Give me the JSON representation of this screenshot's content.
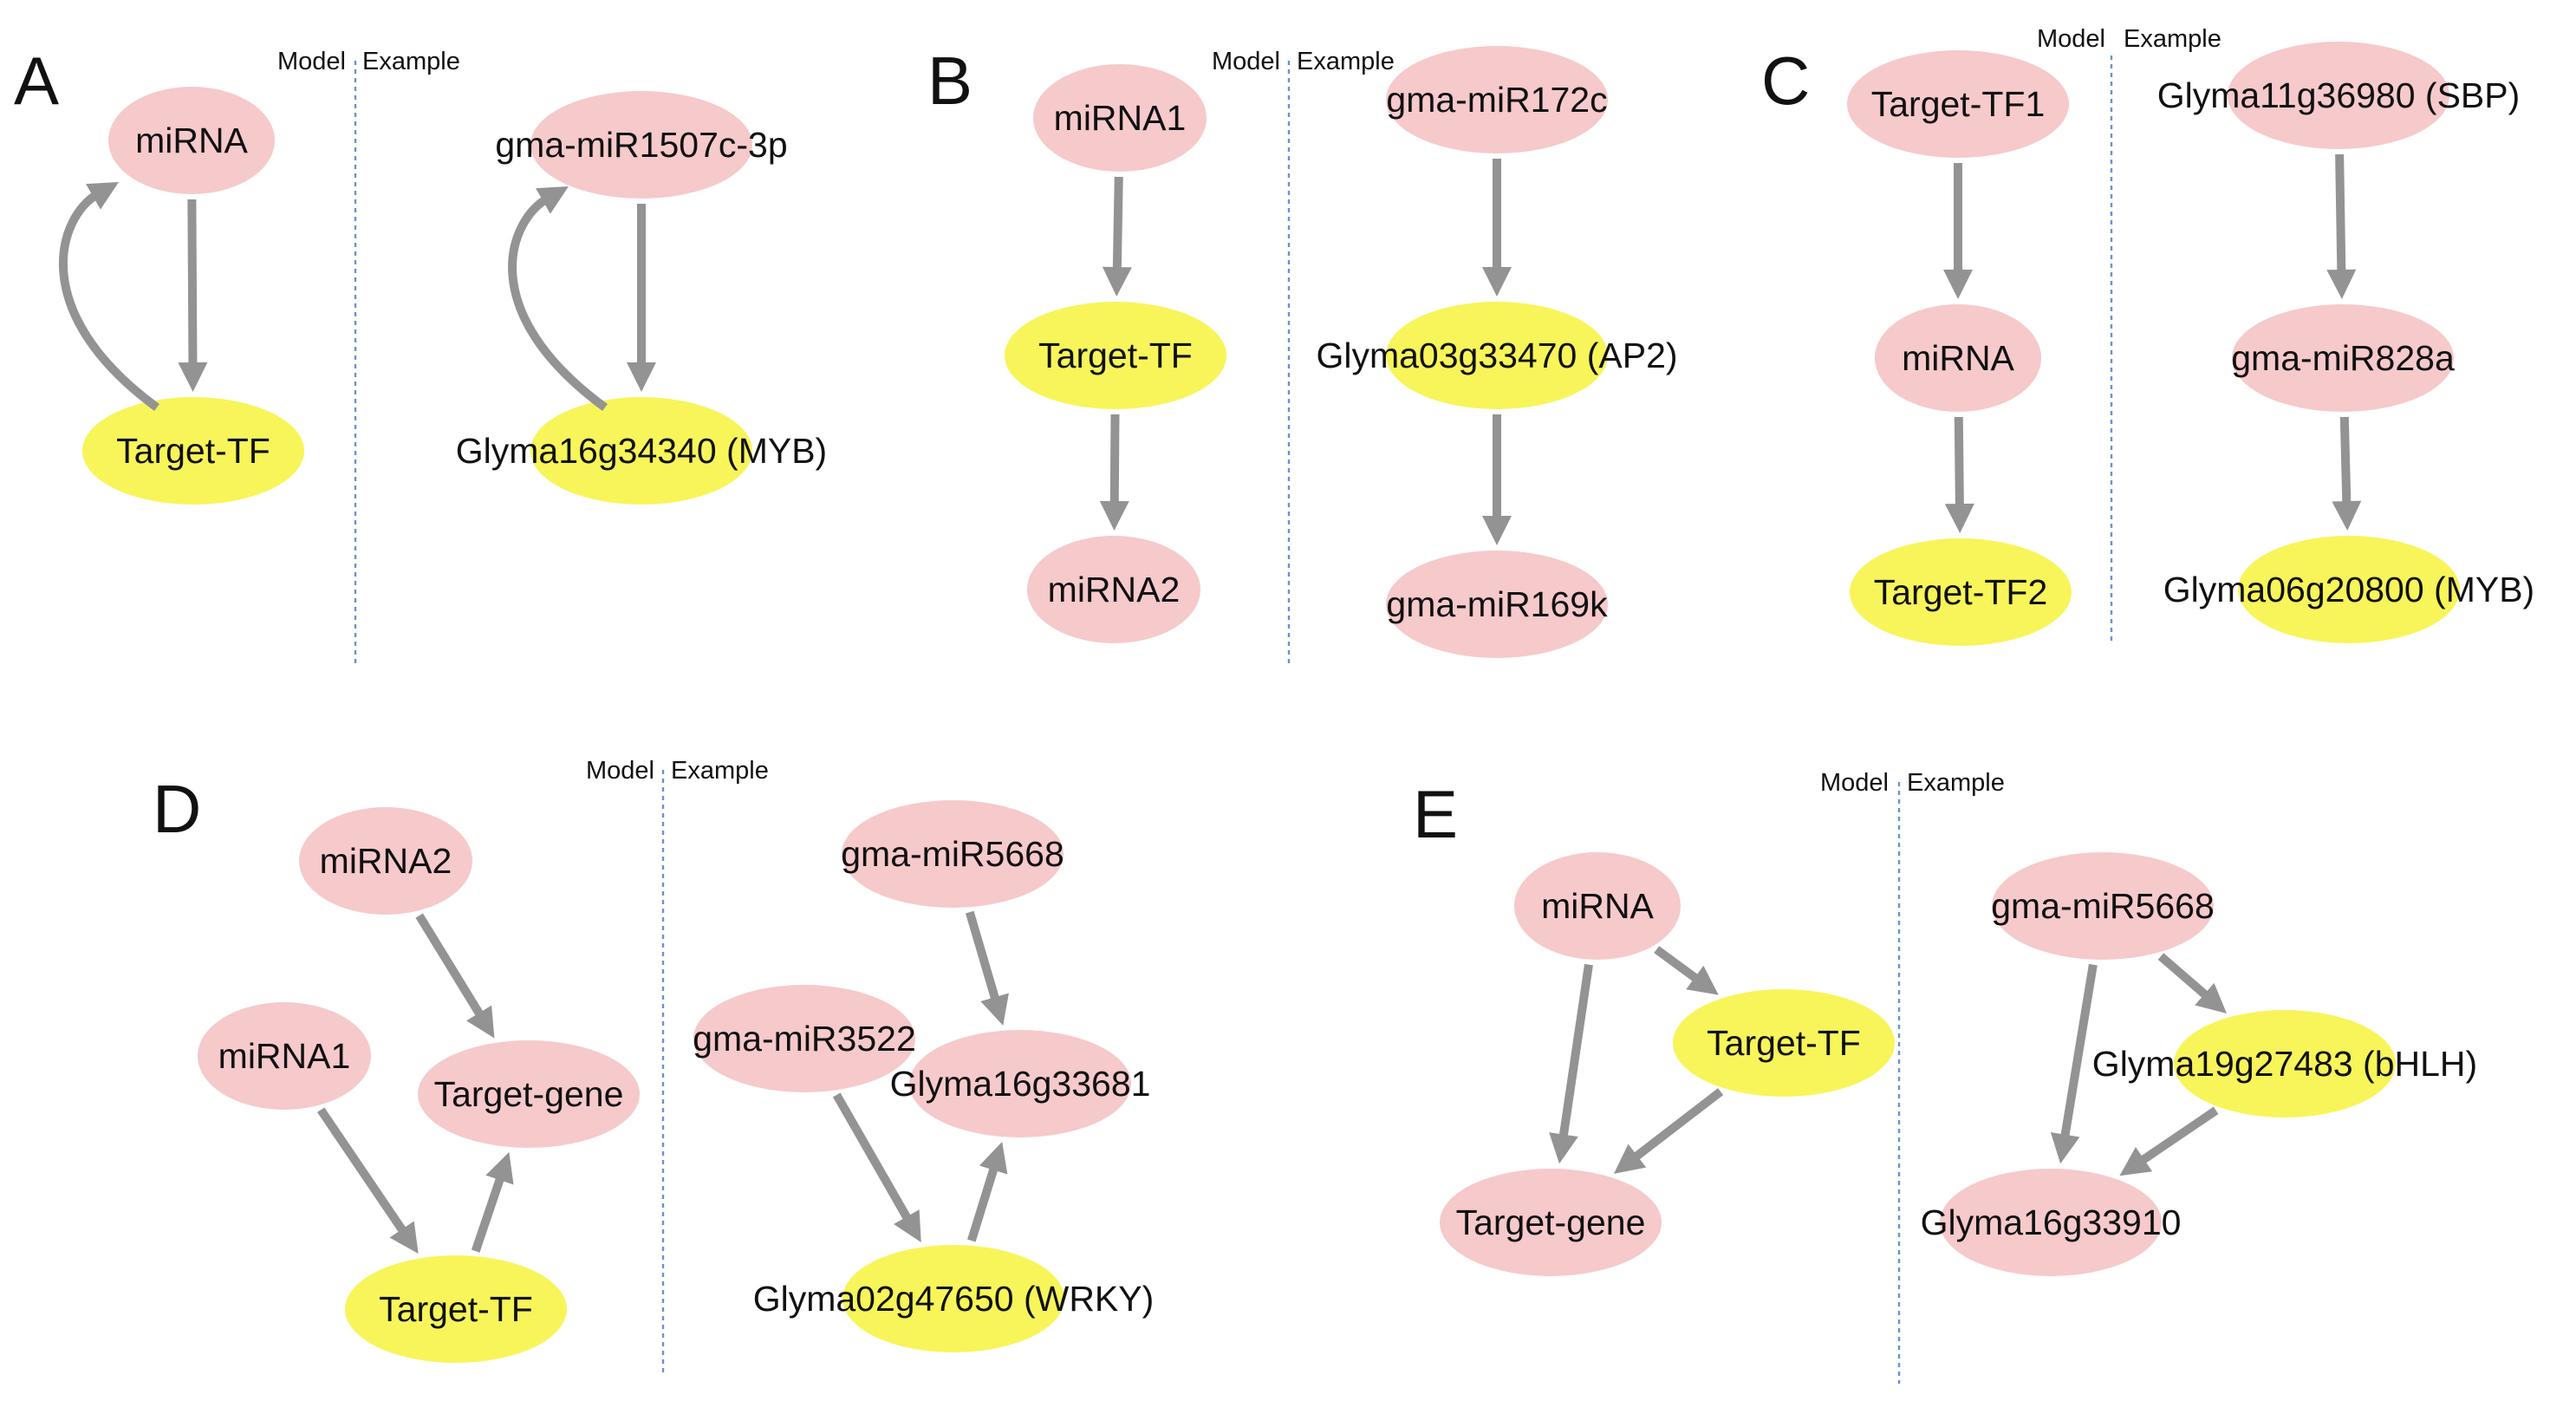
{
  "colors": {
    "mirna_node": "#f6c9cb",
    "tf_node": "#f7f55a",
    "edge": "#939393",
    "divider": "#6a92cf"
  },
  "panels": [
    {
      "id": "A",
      "letter": "A",
      "model_header": "Model",
      "example_header": "Example",
      "model": {
        "nodes": [
          {
            "id": "m",
            "label": "miRNA",
            "kind": "mirna"
          },
          {
            "id": "t",
            "label": "Target-TF",
            "kind": "tf"
          }
        ],
        "edges": [
          {
            "from": "m",
            "to": "t"
          },
          {
            "from": "t",
            "to": "m",
            "curved": true
          }
        ]
      },
      "example": {
        "nodes": [
          {
            "id": "m",
            "label": "gma-miR1507c-3p",
            "kind": "mirna"
          },
          {
            "id": "t",
            "label": "Glyma16g34340 (MYB)",
            "kind": "tf"
          }
        ],
        "edges": [
          {
            "from": "m",
            "to": "t"
          },
          {
            "from": "t",
            "to": "m",
            "curved": true
          }
        ]
      }
    },
    {
      "id": "B",
      "letter": "B",
      "model_header": "Model",
      "example_header": "Example",
      "model": {
        "nodes": [
          {
            "id": "m1",
            "label": "miRNA1",
            "kind": "mirna"
          },
          {
            "id": "t",
            "label": "Target-TF",
            "kind": "tf"
          },
          {
            "id": "m2",
            "label": "miRNA2",
            "kind": "mirna"
          }
        ],
        "edges": [
          {
            "from": "m1",
            "to": "t"
          },
          {
            "from": "t",
            "to": "m2"
          }
        ]
      },
      "example": {
        "nodes": [
          {
            "id": "m1",
            "label": "gma-miR172c",
            "kind": "mirna"
          },
          {
            "id": "t",
            "label": "Glyma03g33470 (AP2)",
            "kind": "tf"
          },
          {
            "id": "m2",
            "label": "gma-miR169k",
            "kind": "mirna"
          }
        ],
        "edges": [
          {
            "from": "m1",
            "to": "t"
          },
          {
            "from": "t",
            "to": "m2"
          }
        ]
      }
    },
    {
      "id": "C",
      "letter": "C",
      "model_header": "Model",
      "example_header": "Example",
      "model": {
        "nodes": [
          {
            "id": "t1",
            "label": "Target-TF1",
            "kind": "mirna"
          },
          {
            "id": "m",
            "label": "miRNA",
            "kind": "mirna"
          },
          {
            "id": "t2",
            "label": "Target-TF2",
            "kind": "tf"
          }
        ],
        "edges": [
          {
            "from": "t1",
            "to": "m"
          },
          {
            "from": "m",
            "to": "t2"
          }
        ]
      },
      "example": {
        "nodes": [
          {
            "id": "t1",
            "label": "Glyma11g36980 (SBP)",
            "kind": "mirna"
          },
          {
            "id": "m",
            "label": "gma-miR828a",
            "kind": "mirna"
          },
          {
            "id": "t2",
            "label": "Glyma06g20800 (MYB)",
            "kind": "tf"
          }
        ],
        "edges": [
          {
            "from": "t1",
            "to": "m"
          },
          {
            "from": "m",
            "to": "t2"
          }
        ]
      }
    },
    {
      "id": "D",
      "letter": "D",
      "model_header": "Model",
      "example_header": "Example",
      "model": {
        "nodes": [
          {
            "id": "m2",
            "label": "miRNA2",
            "kind": "mirna"
          },
          {
            "id": "m1",
            "label": "miRNA1",
            "kind": "mirna"
          },
          {
            "id": "g",
            "label": "Target-gene",
            "kind": "mirna"
          },
          {
            "id": "t",
            "label": "Target-TF",
            "kind": "tf"
          }
        ],
        "edges": [
          {
            "from": "m2",
            "to": "g"
          },
          {
            "from": "m1",
            "to": "t"
          },
          {
            "from": "t",
            "to": "g"
          }
        ]
      },
      "example": {
        "nodes": [
          {
            "id": "m2",
            "label": "gma-miR5668",
            "kind": "mirna"
          },
          {
            "id": "m1",
            "label": "gma-miR3522",
            "kind": "mirna"
          },
          {
            "id": "g",
            "label": "Glyma16g33681",
            "kind": "mirna"
          },
          {
            "id": "t",
            "label": "Glyma02g47650 (WRKY)",
            "kind": "tf"
          }
        ],
        "edges": [
          {
            "from": "m2",
            "to": "g"
          },
          {
            "from": "m1",
            "to": "t"
          },
          {
            "from": "t",
            "to": "g"
          }
        ]
      }
    },
    {
      "id": "E",
      "letter": "E",
      "model_header": "Model",
      "example_header": "Example",
      "model": {
        "nodes": [
          {
            "id": "m",
            "label": "miRNA",
            "kind": "mirna"
          },
          {
            "id": "t",
            "label": "Target-TF",
            "kind": "tf"
          },
          {
            "id": "g",
            "label": "Target-gene",
            "kind": "mirna"
          }
        ],
        "edges": [
          {
            "from": "m",
            "to": "t"
          },
          {
            "from": "m",
            "to": "g"
          },
          {
            "from": "t",
            "to": "g"
          }
        ]
      },
      "example": {
        "nodes": [
          {
            "id": "m",
            "label": "gma-miR5668",
            "kind": "mirna"
          },
          {
            "id": "t",
            "label": "Glyma19g27483 (bHLH)",
            "kind": "tf"
          },
          {
            "id": "g",
            "label": "Glyma16g33910",
            "kind": "mirna"
          }
        ],
        "edges": [
          {
            "from": "m",
            "to": "t"
          },
          {
            "from": "m",
            "to": "g"
          },
          {
            "from": "t",
            "to": "g"
          }
        ]
      }
    }
  ]
}
